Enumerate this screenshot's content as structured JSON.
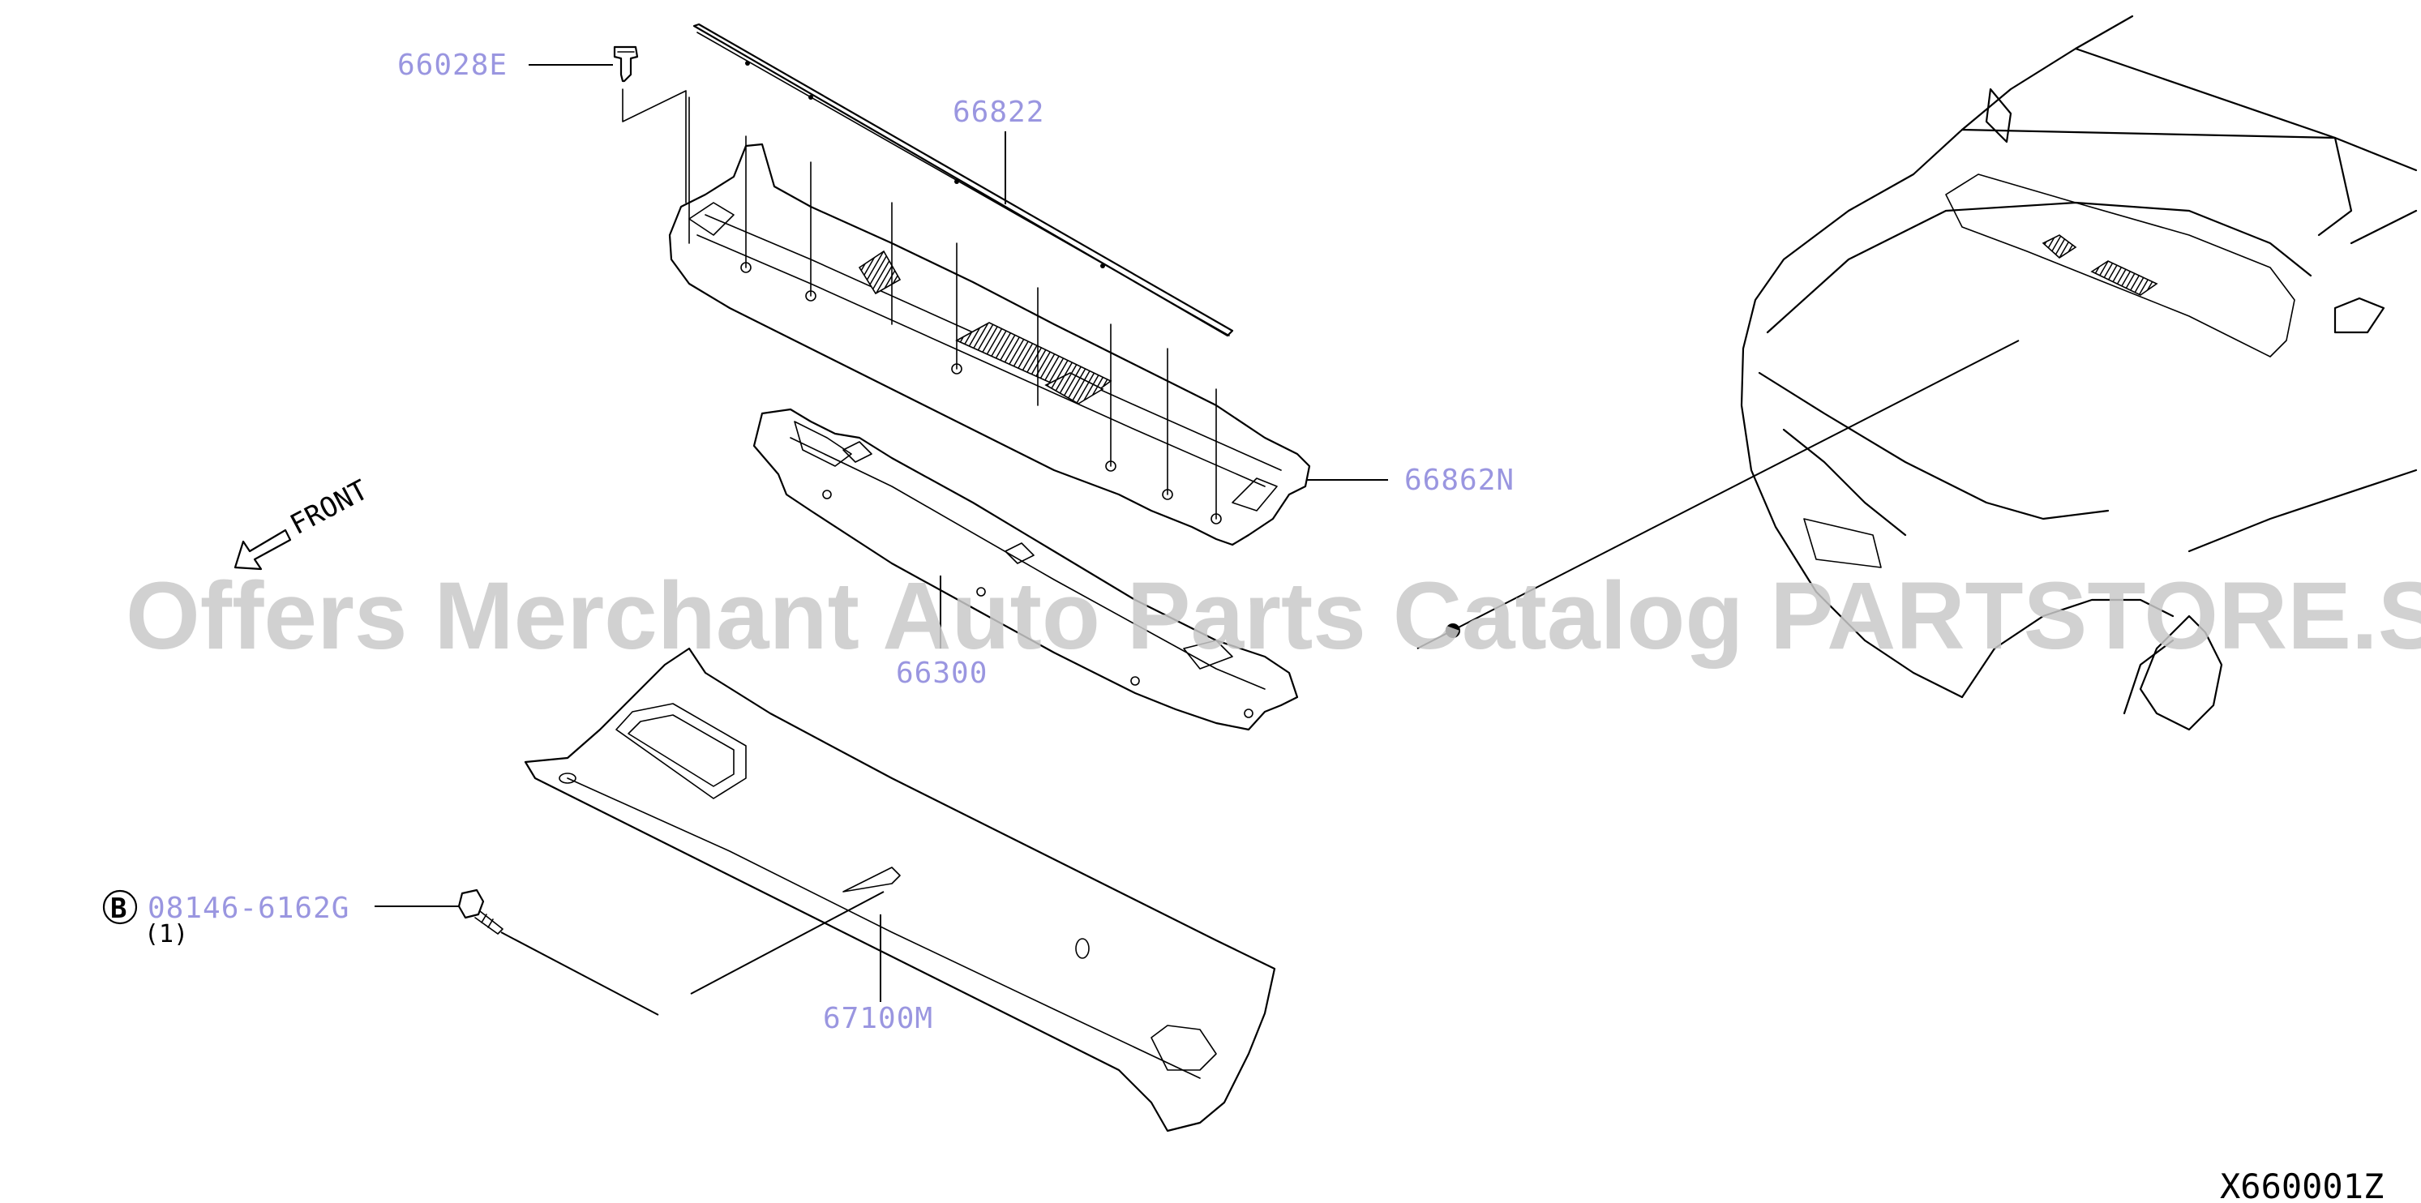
{
  "watermark": "Offers Merchant Auto Parts Catalog PARTSTORE.SA",
  "diagram_code": "X660001Z",
  "front_label": "FRONT",
  "parts": [
    {
      "id": "clip",
      "number": "66028E"
    },
    {
      "id": "seal",
      "number": "66822"
    },
    {
      "id": "cowl-top",
      "number": "66862N"
    },
    {
      "id": "cowl-panel",
      "number": "66300"
    },
    {
      "id": "dash-panel",
      "number": "67100M"
    },
    {
      "id": "bolt",
      "number": "08146-6162G",
      "symbol": "B",
      "quantity": "(1)"
    }
  ]
}
